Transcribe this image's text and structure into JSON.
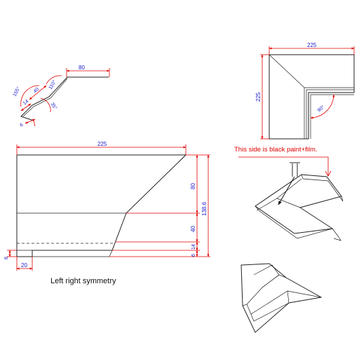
{
  "profile": {
    "dim_top": "80",
    "dim_155": "155°",
    "dim_110": "110°",
    "dim_40": "40",
    "dim_14": "14",
    "dim_35": "35°",
    "dim_6": "6"
  },
  "corner_top": {
    "dim_width": "225",
    "dim_height": "225",
    "dim_angle": "90°"
  },
  "flat_pattern": {
    "dim_width": "225",
    "dim_80": "80",
    "dim_40": "40",
    "dim_14": "14",
    "dim_6": "6",
    "dim_total": "138.6",
    "dim_8": "8",
    "dim_20": "20",
    "caption": "Left right symmetry"
  },
  "note": {
    "paint_side": "This side is black paint+film."
  },
  "colors": {
    "dimension_line": "#e00000",
    "dimension_text": "#1a1acb",
    "part_line": "#222222"
  }
}
